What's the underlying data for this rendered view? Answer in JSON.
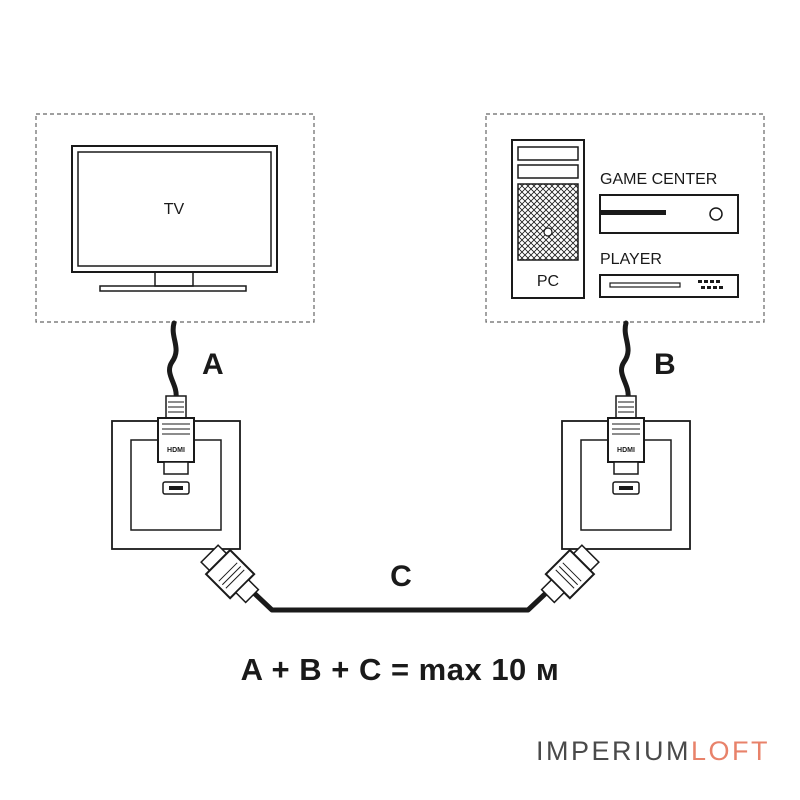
{
  "devices": {
    "tv_label": "TV",
    "pc_label": "PC",
    "game_center_label": "GAME CENTER",
    "player_label": "PLAYER"
  },
  "cables": {
    "a": "A",
    "b": "B",
    "c": "C",
    "connector_text": "HDMI"
  },
  "formula": "A + B + C = max 10 м",
  "brand": {
    "part1": "IMPERIUM",
    "part2": "LOFT",
    "color_part1": "#4a4a4a",
    "color_part2": "#e8826a"
  }
}
